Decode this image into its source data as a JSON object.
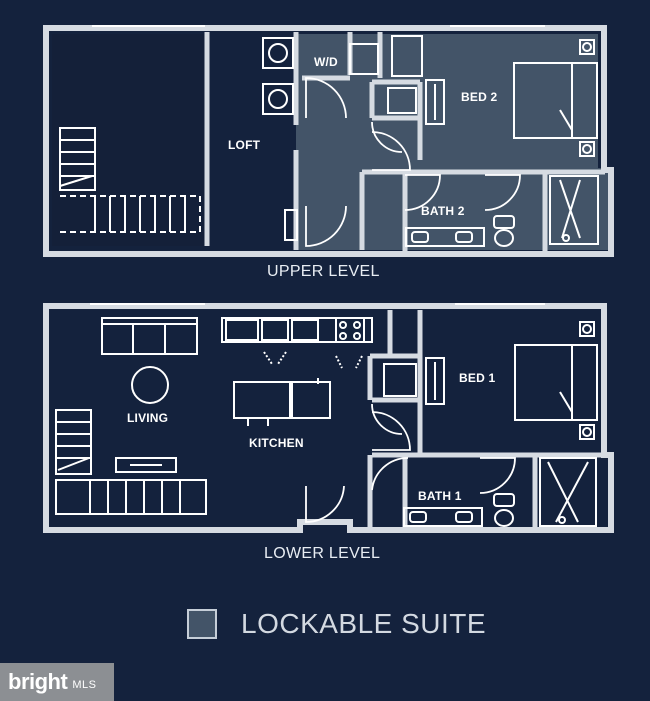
{
  "colors": {
    "background": "#14223d",
    "wall": "#d6dbe2",
    "lockable_suite_fill": "#435468",
    "fixture_line": "#e6eaef"
  },
  "upper_level": {
    "caption": "UPPER LEVEL",
    "rooms": {
      "wd": "W/D",
      "loft": "LOFT",
      "bed": "BED 2",
      "bath": "BATH 2"
    }
  },
  "lower_level": {
    "caption": "LOWER LEVEL",
    "rooms": {
      "living": "LIVING",
      "kitchen": "KITCHEN",
      "bed": "BED 1",
      "bath": "BATH 1"
    }
  },
  "legend": {
    "label": "LOCKABLE SUITE",
    "swatch_color": "#435468"
  },
  "watermark": {
    "brand": "bright",
    "suffix": "MLS"
  }
}
